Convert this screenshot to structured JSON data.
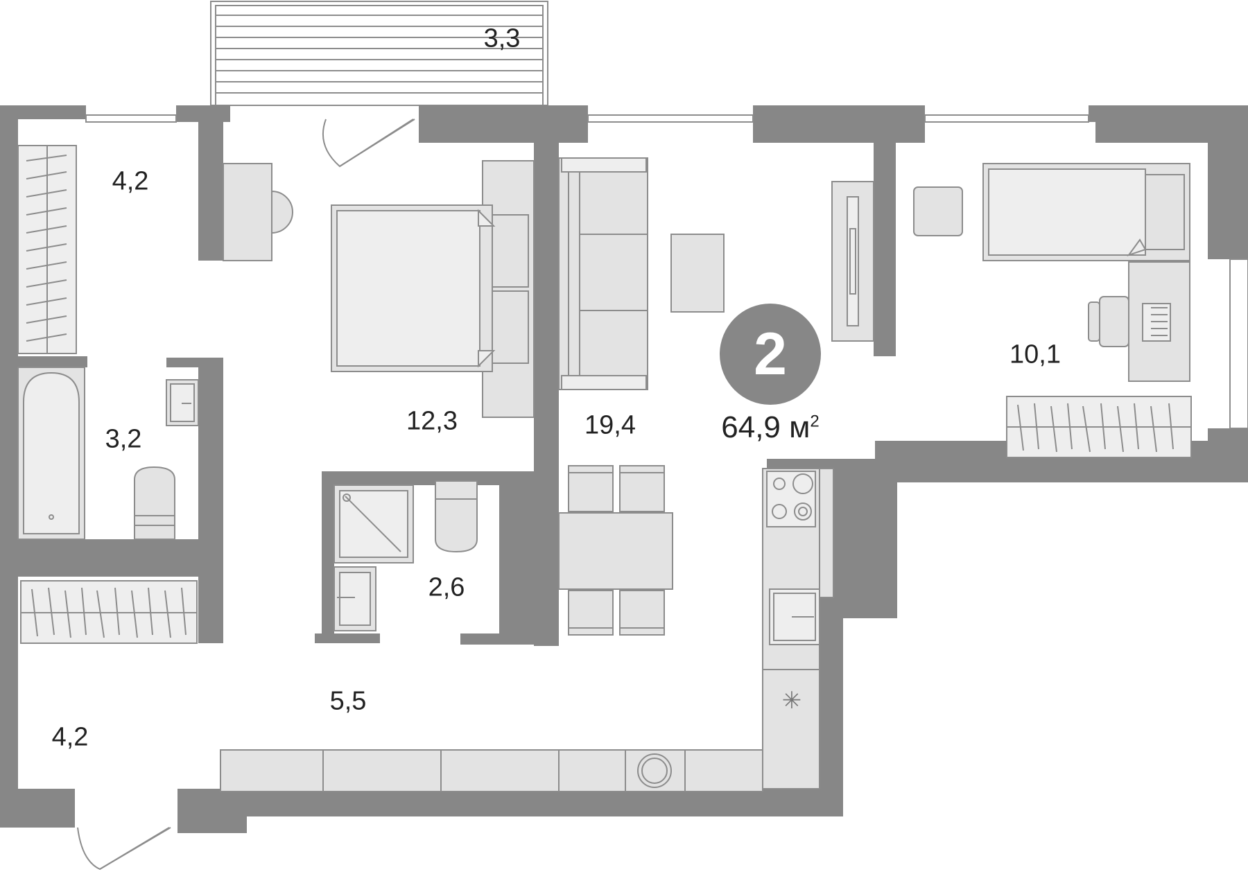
{
  "floorplan": {
    "rooms_count": "2",
    "total_area": "64,9",
    "total_unit": "м",
    "total_unit_power": "2",
    "areas": {
      "balcony": "3,3",
      "wardrobe": "4,2",
      "bathroom": "3,2",
      "bedroom": "12,3",
      "toilet": "2,6",
      "living_kitchen": "19,4",
      "child_room": "10,1",
      "corridor": "5,5",
      "entrance": "4,2"
    },
    "colors": {
      "wall": "#878787",
      "furniture": "#e3e3e3",
      "outline": "#8c8c8c",
      "text": "#222222"
    }
  }
}
